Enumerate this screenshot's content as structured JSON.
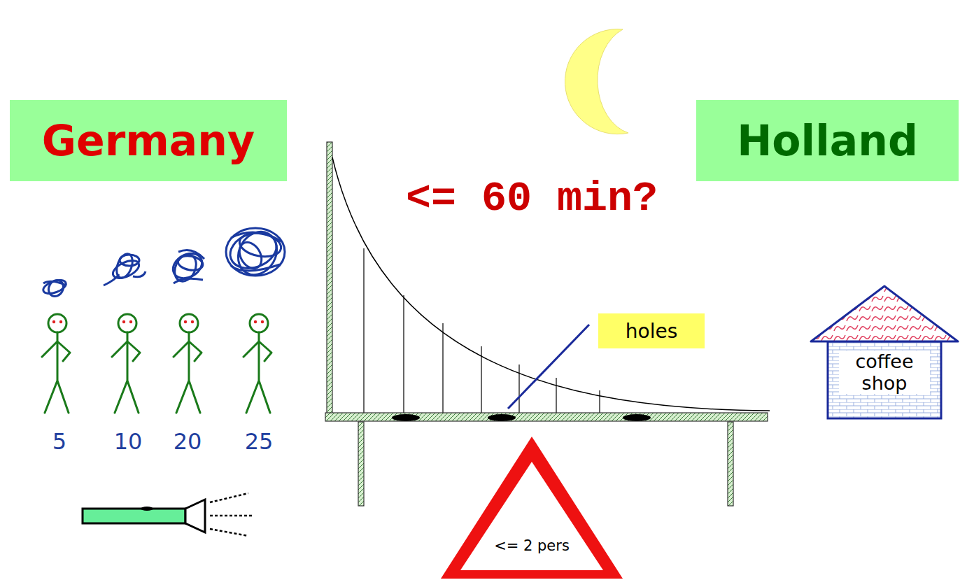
{
  "diagram": {
    "nodes": [
      {
        "text": [
          "Germany"
        ]
      },
      {
        "text": [
          "Holland"
        ]
      },
      {
        "text": [
          "holes"
        ]
      },
      {
        "text": [
          "coffee shop"
        ]
      },
      {
        "text": [
          "<= 2 pers"
        ]
      }
    ],
    "labels": [
      "<= 60 min?",
      "5",
      "10",
      "20",
      "25"
    ]
  }
}
